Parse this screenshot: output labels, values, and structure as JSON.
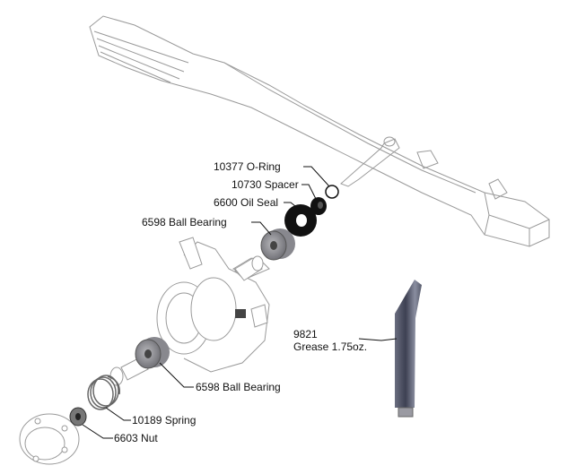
{
  "parts": [
    {
      "id": "o-ring",
      "number": "10377",
      "label": "10377 O-Ring"
    },
    {
      "id": "spacer",
      "number": "10730",
      "label": "10730 Spacer"
    },
    {
      "id": "oil-seal",
      "number": "6600",
      "label": "6600 Oil Seal"
    },
    {
      "id": "ball-bearing-upper",
      "number": "6598",
      "label": "6598 Ball Bearing"
    },
    {
      "id": "ball-bearing-lower",
      "number": "6598",
      "label": "6598 Ball Bearing"
    },
    {
      "id": "spring",
      "number": "10189",
      "label": "10189 Spring"
    },
    {
      "id": "nut",
      "number": "6603",
      "label": "6603 Nut"
    }
  ],
  "grease": {
    "number": "9821",
    "label": "Grease 1.75oz."
  }
}
